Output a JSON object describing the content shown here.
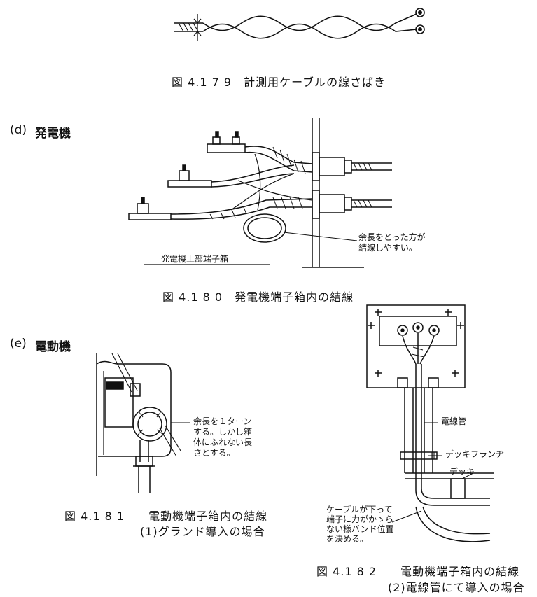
{
  "fig179": {
    "caption": "図 4.1 7 9　計測用ケーブルの線さばき"
  },
  "section_d": {
    "marker": "(d)",
    "title": "発電機"
  },
  "fig180": {
    "note_line1": "余長をとった方が",
    "note_line2": "結線しやすい。",
    "box_label": "発電機上部端子箱",
    "caption": "図 4.1 8 0　発電機端子箱内の結線"
  },
  "section_e": {
    "marker": "(e)",
    "title": "電動機"
  },
  "fig181": {
    "note_line1": "余長を１ターン",
    "note_line2": "する。しかし箱",
    "note_line3": "体にふれない長",
    "note_line4": "さとする。",
    "caption_line1": "図 4.1 8 1　　電動機端子箱内の結線",
    "caption_line2": "(1)グランド導入の場合"
  },
  "fig182": {
    "label_conduit": "電線管",
    "label_flange": "デッキフランヂ",
    "label_deck": "デッキ",
    "note_line1": "ケーブルが下って",
    "note_line2": "端子に力がかゝら",
    "note_line3": "ない様バンド位置",
    "note_line4": "を決める。",
    "caption_line1": "図 4.1 8 2　　電動機端子箱内の結線",
    "caption_line2": "(2)電線管にて導入の場合"
  }
}
